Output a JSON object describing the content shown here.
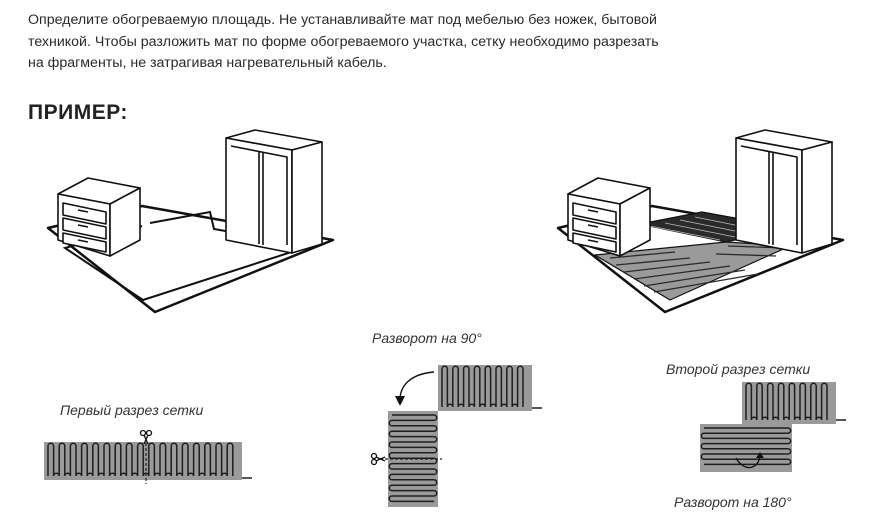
{
  "intro": {
    "lines": [
      "Определите обогреваемую площадь. Не устанавливайте мат под мебелью без ножек, бытовой",
      "техникой. Чтобы разложить мат по форме обогреваемого участка, сетку необходимо разрезать",
      "на фрагменты, не затрагивая нагревательный кабель."
    ]
  },
  "example_title": "ПРИМЕР:",
  "captions": {
    "first_cut": "Первый разрез сетки",
    "turn_90": "Разворот на 90°",
    "second_cut": "Второй разрез сетки",
    "turn_180": "Разворот на 180°"
  },
  "colors": {
    "mat_fill": "#9a9a9a",
    "cable": "#1e1e1e",
    "outline": "#111111",
    "text": "#2a2a2a"
  },
  "icons": [
    "scissors-icon",
    "arrow-icon"
  ]
}
